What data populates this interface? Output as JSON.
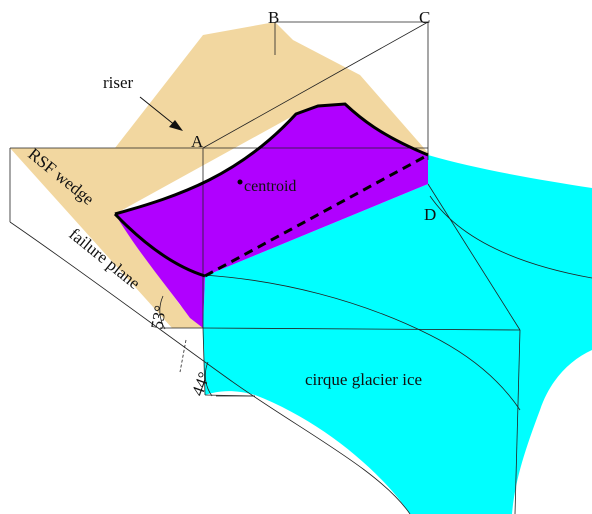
{
  "labels": {
    "B": "B",
    "C": "C",
    "A": "A",
    "D": "D",
    "riser": "riser",
    "centroid": "centroid",
    "rsf_wedge": "RSF wedge",
    "failure_plane": "failure plane",
    "angle_53": "53°",
    "angle_44": "44°",
    "glacier_ice": "cirque glacier ice"
  },
  "colors": {
    "sediment": "#F2D7A0",
    "rsf_wedge": "#B000FF",
    "glacier_ice": "#00FFFF",
    "outline": "#000000"
  }
}
